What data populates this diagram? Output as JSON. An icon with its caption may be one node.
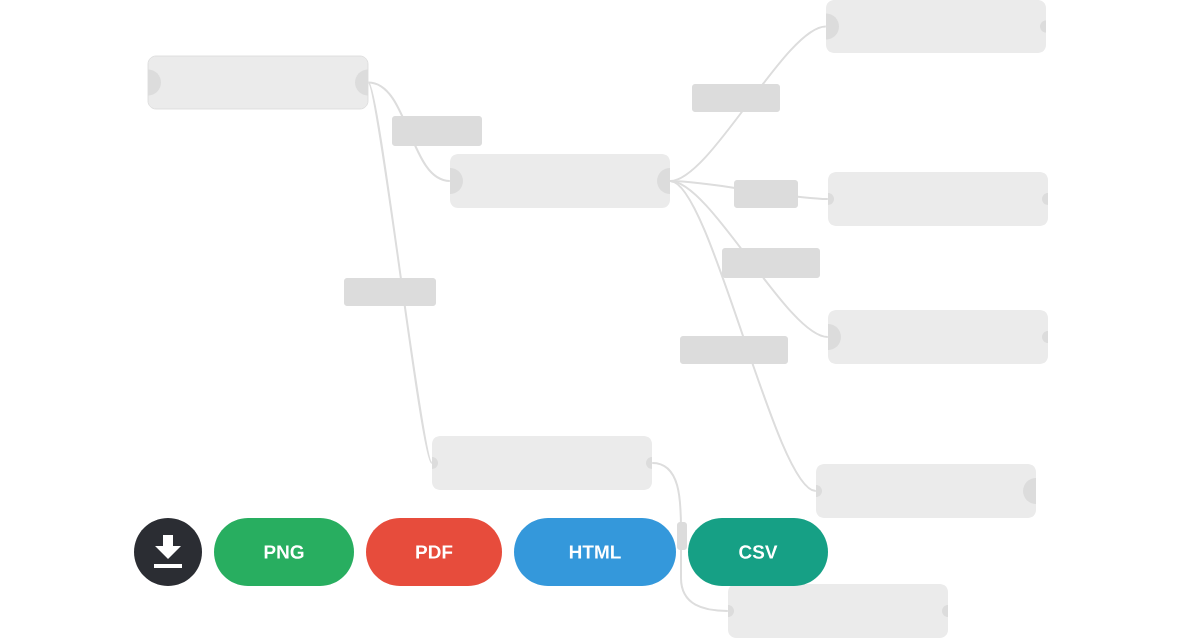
{
  "diagram": {
    "nodes": [
      {
        "text": [],
        "shape": "box"
      },
      {
        "text": [],
        "shape": "box"
      },
      {
        "text": [],
        "shape": "box"
      },
      {
        "text": [],
        "shape": "box"
      },
      {
        "text": [],
        "shape": "box"
      },
      {
        "text": [],
        "shape": "box"
      },
      {
        "text": [],
        "shape": "box"
      },
      {
        "text": [],
        "shape": "box"
      },
      {
        "text": [
          "PNG"
        ]
      },
      {
        "text": [
          "PDF"
        ]
      },
      {
        "text": [
          "HTML"
        ]
      },
      {
        "text": [
          "CSV"
        ]
      }
    ],
    "edges": [
      {
        "from": 0,
        "to": 1,
        "arrow": "none"
      },
      {
        "from": 0,
        "to": 2,
        "arrow": "none"
      },
      {
        "from": 1,
        "to": 3,
        "arrow": "none"
      },
      {
        "from": 1,
        "to": 4,
        "arrow": "none"
      },
      {
        "from": 1,
        "to": 5,
        "arrow": "none"
      },
      {
        "from": 1,
        "to": 6,
        "arrow": "none"
      },
      {
        "from": 2,
        "to": 7,
        "arrow": "none"
      }
    ]
  }
}
